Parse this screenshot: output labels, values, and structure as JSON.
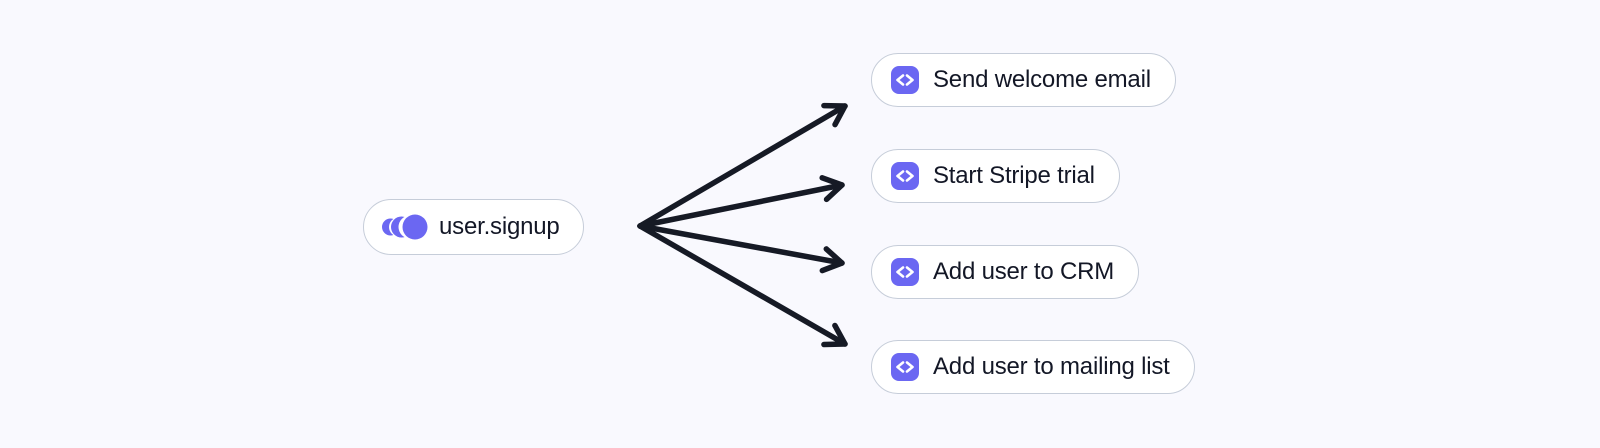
{
  "diagram": {
    "type": "fan-out",
    "event": {
      "label": "user.signup",
      "icon": "event-signal-icon"
    },
    "functions": [
      {
        "label": "Send welcome email",
        "icon": "code-icon"
      },
      {
        "label": "Start Stripe trial",
        "icon": "code-icon"
      },
      {
        "label": "Add user to CRM",
        "icon": "code-icon"
      },
      {
        "label": "Add user to mailing list",
        "icon": "code-icon"
      }
    ],
    "arrow_count": 4
  },
  "colors": {
    "canvas_bg": "#f9f9fe",
    "node_bg": "#ffffff",
    "node_border": "#c6cdd9",
    "text": "#131726",
    "accent": "#6b67f2",
    "icon_on_accent": "#ffffff",
    "arrow": "#161a25"
  }
}
